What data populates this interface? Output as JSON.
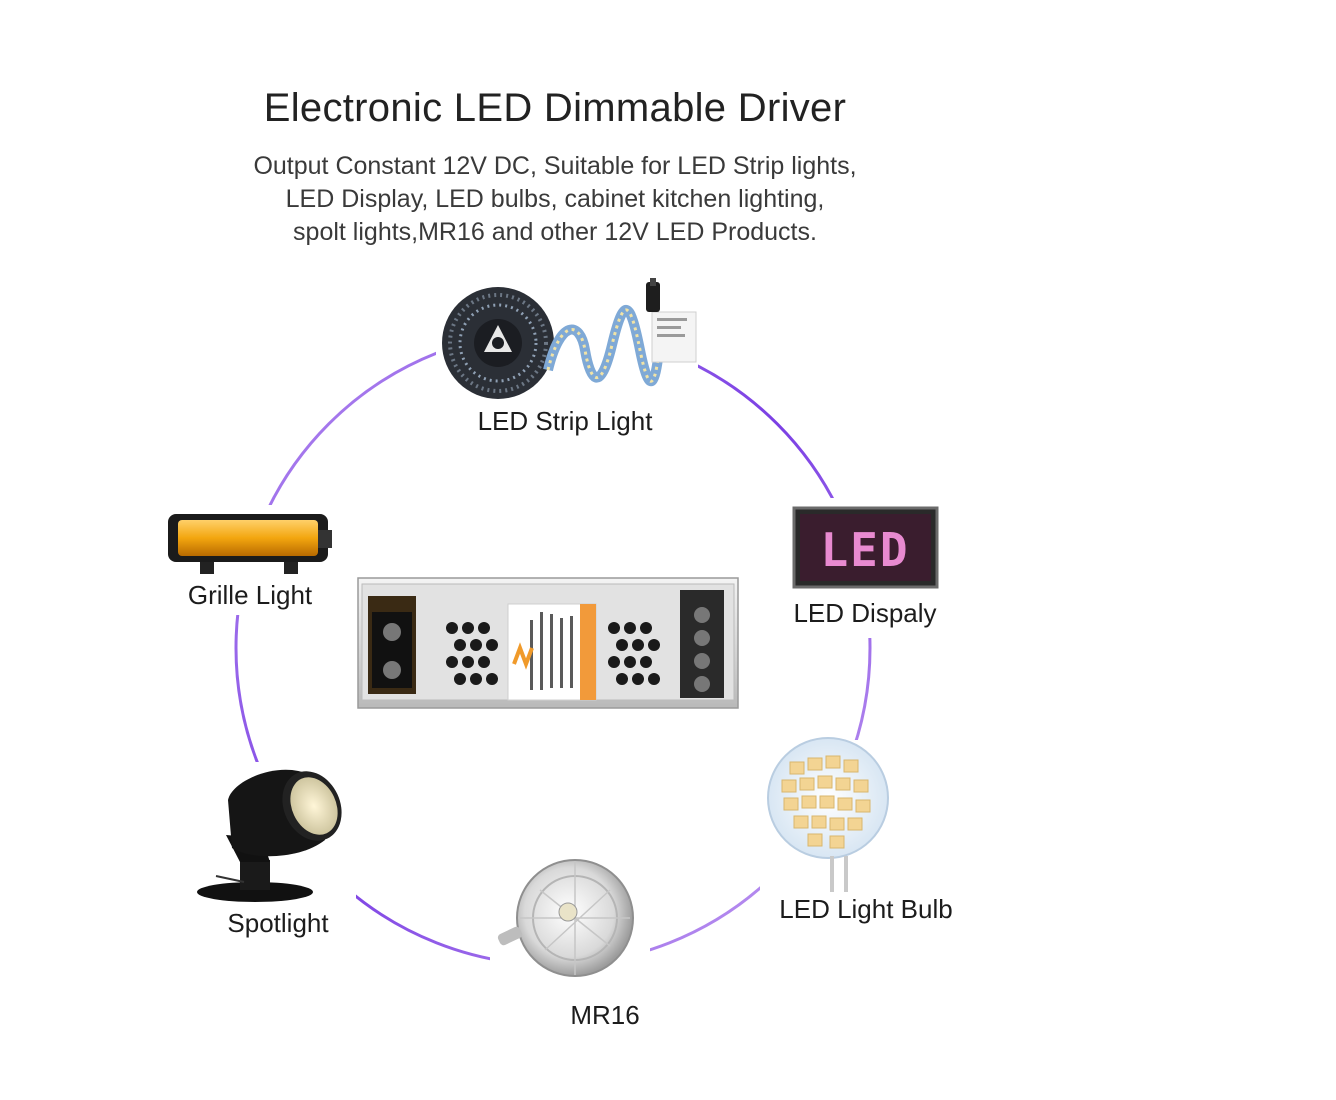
{
  "title": "Electronic LED Dimmable Driver",
  "subtitle_lines": [
    "Output Constant 12V DC, Suitable for LED Strip lights,",
    "LED Display, LED bulbs, cabinet kitchen lighting,",
    "spolt lights,MR16 and other 12V LED Products."
  ],
  "products": {
    "strip": "LED Strip Light",
    "display": "LED Dispaly",
    "bulb": "LED Light Bulb",
    "mr16": "MR16",
    "spotlight": "Spotlight",
    "grille": "Grille Light"
  },
  "display_text": "LED",
  "colors": {
    "ring_start": "#7b3fe4",
    "ring_end": "#c9a6f2",
    "display_pixel": "#e88ad0"
  }
}
